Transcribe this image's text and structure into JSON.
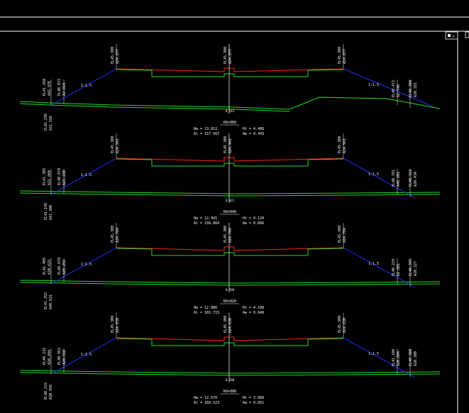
{
  "colors": {
    "background": "#000000",
    "design_line": "#ff2222",
    "ground_line": "#22dd22",
    "slope_line": "#2233ff",
    "text": "#ffffff"
  },
  "toolbar": {
    "icon": "square-icon",
    "label": "A"
  },
  "sections": [
    {
      "station": "K0+060",
      "top_left_elev": "EL45.300",
      "top_left_code": "A24.877",
      "center_elev": "EL45.300",
      "center_code": "A24.877",
      "top_right_elev": "EL45.300",
      "top_right_code": "A24.877",
      "left_toe_elev": "EL41.350",
      "left_toe_code": "A42.976",
      "left_mid_elev": "EL40.872",
      "left_mid_code": "A2.814",
      "right_toe_elev": "EL40.472",
      "right_toe_code": "A2.746",
      "right_far_elev": "EL40.300",
      "right_far_code": "A20.251",
      "left_slope": "1:1.5",
      "right_slope": "1:1.5",
      "ground_center": "0.112",
      "left_extra": "EL41.296",
      "left_extra_code": "A21.556",
      "hw": "Hw = 13.012",
      "ai": "Al = 157.567",
      "ht": "Ht = 4.486",
      "aw": "Aw = 0.443"
    },
    {
      "station": "K0+040",
      "top_left_elev": "EL45.300",
      "top_left_code": "A24.941",
      "center_elev": "EL45.300",
      "center_code": "A24.941",
      "top_right_elev": "EL45.300",
      "top_right_code": "A24.941",
      "left_toe_elev": "EL41.305",
      "left_toe_code": "A21.860",
      "left_mid_elev": "EL40.870",
      "left_mid_code": "A21.230",
      "right_toe_elev": "EL40.791",
      "right_toe_code": "A40.201",
      "right_far_elev": "EL40.312",
      "right_far_code": "A20.434",
      "left_slope": "1:1.5",
      "right_slope": "1:1.5",
      "ground_center": "0.021",
      "left_extra": "EL41.198",
      "left_extra_code": "A41.300",
      "hw": "Hw = 12.941",
      "ai": "Al = 156.864",
      "ht": "Ht = 4.120",
      "aw": "Aw = 0.666"
    },
    {
      "station": "K0+020",
      "top_left_elev": "EL45.300",
      "top_left_code": "A24.784",
      "center_elev": "EL45.300",
      "center_code": "A24.784",
      "top_right_elev": "EL45.300",
      "top_right_code": "A24.784",
      "left_toe_elev": "EL41.405",
      "left_toe_code": "A20.623",
      "left_mid_elev": "EL40.878",
      "left_mid_code": "A20.255",
      "right_toe_elev": "EL40.229",
      "right_toe_code": "A2.881",
      "right_far_elev": "EL40.395",
      "right_far_code": "A20.227",
      "left_slope": "1:1.5",
      "right_slope": "1:1.5",
      "ground_center": "0.700",
      "left_extra": "EL41.252",
      "left_extra_code": "A40.831",
      "hw": "Hw = 12.886",
      "ai": "Al = 165.715",
      "ht": "Ht = 4.108",
      "aw": "Aw = 0.640"
    },
    {
      "station": "K0+000",
      "top_left_elev": "EL45.300",
      "top_left_code": "A24.630",
      "center_elev": "EL45.300",
      "center_code": "A24.630",
      "top_right_elev": "EL45.300",
      "top_right_code": "A24.630",
      "left_toe_elev": "EL40.232",
      "left_toe_code": "A20.844",
      "left_mid_elev": "EL40.962",
      "left_mid_code": "A20.558",
      "right_toe_elev": "EL41.180",
      "right_toe_code": "A20.804",
      "right_far_elev": "EL40.300",
      "right_far_code": "A20.300",
      "left_slope": "1:1.5",
      "right_slope": "1:1.5",
      "ground_center": "0.700",
      "left_extra": "EL40.232",
      "left_extra_code": "A20.958",
      "hw": "Hw = 12.670",
      "ai": "Al = 160.523",
      "ht": "Ht = 3.960",
      "aw": "Aw = 0.051"
    }
  ]
}
